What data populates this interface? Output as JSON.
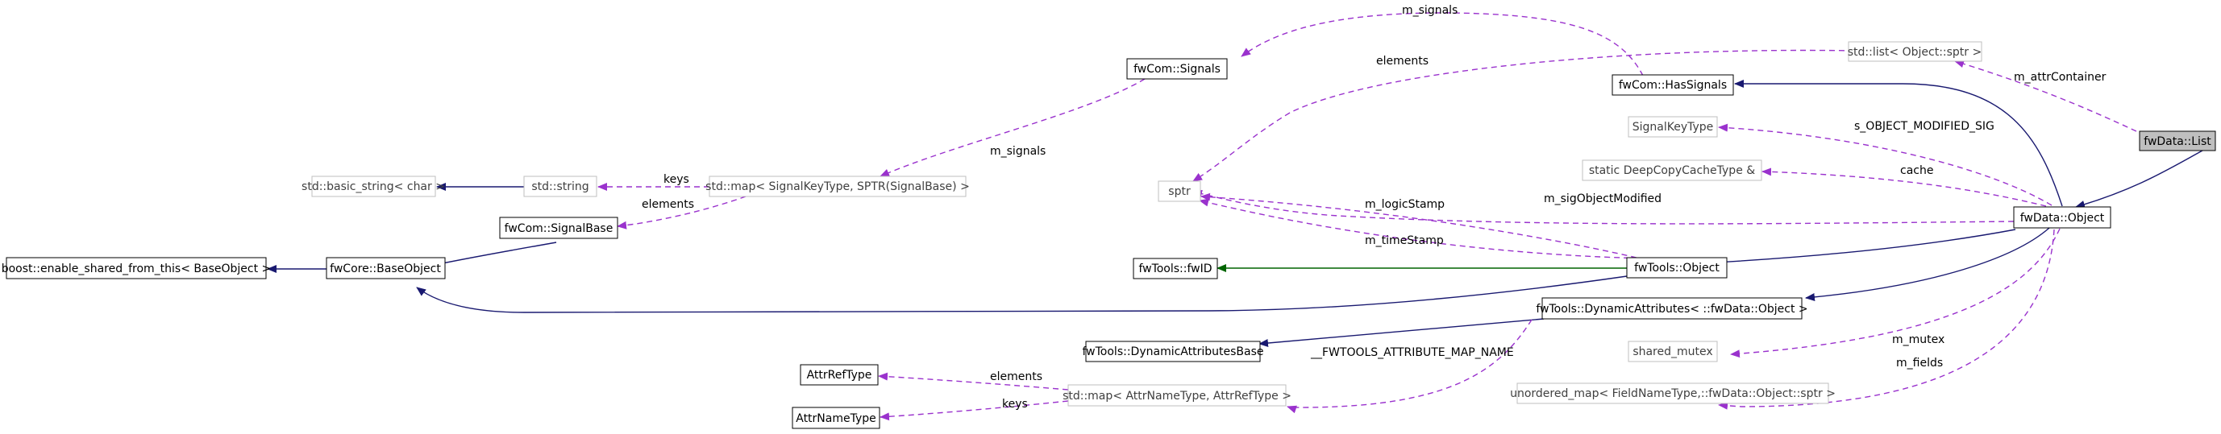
{
  "diagram": {
    "colors": {
      "inheritance": "#191970",
      "usage": "#9a32cd",
      "template": "#006400",
      "grey_border": "#bfbfbf",
      "focus_fill": "#bfbfbf"
    },
    "nodes": {
      "fwdata_list": "fwData::List",
      "fwdata_object": "fwData::Object",
      "std_list_object_sptr": "std::list< Object::sptr >",
      "fwcom_hassignals": "fwCom::HasSignals",
      "signal_key_type": "SignalKeyType",
      "static_deepcopy_cache": "static DeepCopyCacheType &",
      "fwcom_signals": "fwCom::Signals",
      "sptr": "sptr",
      "fwtools_object": "fwTools::Object",
      "fwtools_fwid": "fwTools::fwID",
      "fwtools_dynamic_attributes": "fwTools::DynamicAttributes< ::fwData::Object >",
      "fwtools_dynamic_attributes_base": "fwTools::DynamicAttributesBase",
      "shared_mutex": "shared_mutex",
      "unordered_map_fieldname": "unordered_map< FieldNameType,::fwData::Object::sptr >",
      "std_map_signalkey": "std::map< SignalKeyType, SPTR(SignalBase) >",
      "std_string": "std::string",
      "std_basic_string": "std::basic_string< char >",
      "fwcom_signalbase": "fwCom::SignalBase",
      "fwcore_baseobject": "fwCore::BaseObject",
      "boost_enable_shared": "boost::enable_shared_from_this< BaseObject >",
      "std_map_attrname": "std::map< AttrNameType, AttrRefType >",
      "attr_ref_type": "AttrRefType",
      "attr_name_type": "AttrNameType"
    },
    "edge_labels": {
      "m_signals_top": "m_signals",
      "elements_signals": "elements",
      "m_attr_container": "m_attrContainer",
      "s_object_modified_sig": "s_OBJECT_MODIFIED_SIG",
      "cache": "cache",
      "m_signals_map": "m_signals",
      "keys_signal": "keys",
      "elements_signalbase": "elements",
      "m_sig_object_modified": "m_sigObjectModified",
      "m_logic_stamp": "m_logicStamp",
      "m_time_stamp": "m_timeStamp",
      "m_mutex": "m_mutex",
      "fwtools_attribute_map_name": "__FWTOOLS_ATTRIBUTE_MAP_NAME",
      "m_fields": "m_fields",
      "elements_attr": "elements",
      "keys_attr": "keys"
    }
  }
}
